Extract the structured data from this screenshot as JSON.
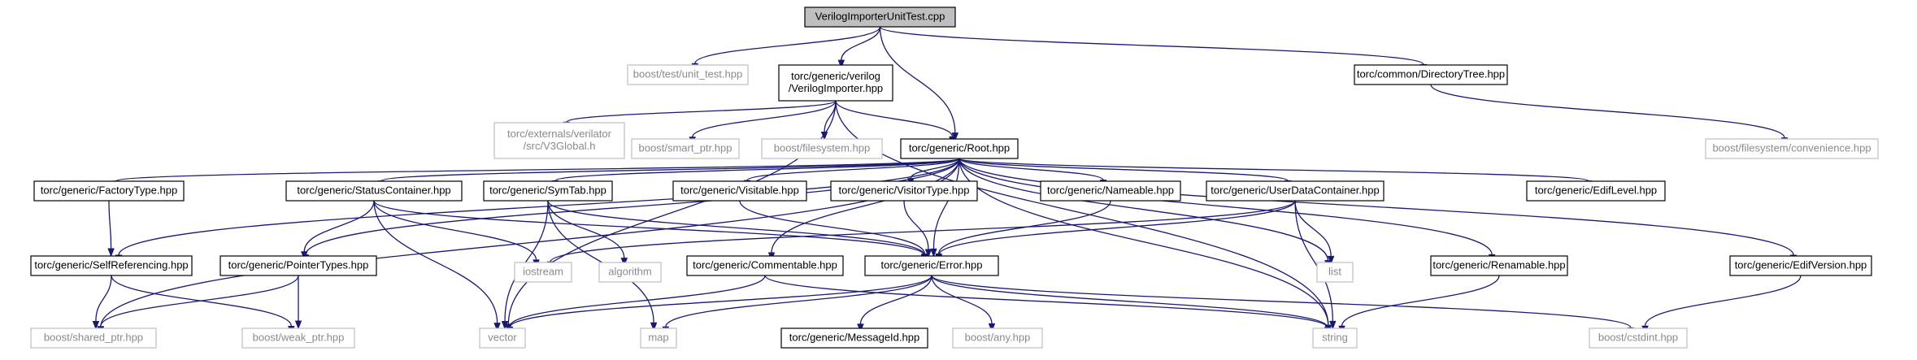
{
  "graph": {
    "colors": {
      "edge": "#191970",
      "root_fill": "#bfbfbf",
      "external_border": "#bfbfbf",
      "external_text": "#8a8a8a",
      "node_border": "#000000"
    },
    "nodes": [
      {
        "id": "root_cpp",
        "lines": [
          "VerilogImporterUnitTest.cpp"
        ],
        "kind": "root"
      },
      {
        "id": "unit_test",
        "lines": [
          "boost/test/unit_test.hpp"
        ],
        "kind": "ext"
      },
      {
        "id": "verilog_importer",
        "lines": [
          "torc/generic/verilog",
          "/VerilogImporter.hpp"
        ],
        "kind": "int"
      },
      {
        "id": "directory_tree",
        "lines": [
          "torc/common/DirectoryTree.hpp"
        ],
        "kind": "int"
      },
      {
        "id": "v3global",
        "lines": [
          "torc/externals/verilator",
          "/src/V3Global.h"
        ],
        "kind": "ext"
      },
      {
        "id": "smart_ptr",
        "lines": [
          "boost/smart_ptr.hpp"
        ],
        "kind": "ext"
      },
      {
        "id": "filesystem",
        "lines": [
          "boost/filesystem.hpp"
        ],
        "kind": "ext"
      },
      {
        "id": "root_hpp",
        "lines": [
          "torc/generic/Root.hpp"
        ],
        "kind": "int"
      },
      {
        "id": "convenience",
        "lines": [
          "boost/filesystem/convenience.hpp"
        ],
        "kind": "ext"
      },
      {
        "id": "factory_type",
        "lines": [
          "torc/generic/FactoryType.hpp"
        ],
        "kind": "int"
      },
      {
        "id": "status_container",
        "lines": [
          "torc/generic/StatusContainer.hpp"
        ],
        "kind": "int"
      },
      {
        "id": "symtab",
        "lines": [
          "torc/generic/SymTab.hpp"
        ],
        "kind": "int"
      },
      {
        "id": "visitable",
        "lines": [
          "torc/generic/Visitable.hpp"
        ],
        "kind": "int"
      },
      {
        "id": "visitor_type",
        "lines": [
          "torc/generic/VisitorType.hpp"
        ],
        "kind": "int"
      },
      {
        "id": "nameable",
        "lines": [
          "torc/generic/Nameable.hpp"
        ],
        "kind": "int"
      },
      {
        "id": "user_data_container",
        "lines": [
          "torc/generic/UserDataContainer.hpp"
        ],
        "kind": "int"
      },
      {
        "id": "edif_level",
        "lines": [
          "torc/generic/EdifLevel.hpp"
        ],
        "kind": "int"
      },
      {
        "id": "self_referencing",
        "lines": [
          "torc/generic/SelfReferencing.hpp"
        ],
        "kind": "int"
      },
      {
        "id": "pointer_types",
        "lines": [
          "torc/generic/PointerTypes.hpp"
        ],
        "kind": "int"
      },
      {
        "id": "iostream",
        "lines": [
          "iostream"
        ],
        "kind": "ext"
      },
      {
        "id": "algorithm",
        "lines": [
          "algorithm"
        ],
        "kind": "ext"
      },
      {
        "id": "commentable",
        "lines": [
          "torc/generic/Commentable.hpp"
        ],
        "kind": "int"
      },
      {
        "id": "error",
        "lines": [
          "torc/generic/Error.hpp"
        ],
        "kind": "int"
      },
      {
        "id": "list",
        "lines": [
          "list"
        ],
        "kind": "ext"
      },
      {
        "id": "renamable",
        "lines": [
          "torc/generic/Renamable.hpp"
        ],
        "kind": "int"
      },
      {
        "id": "edif_version",
        "lines": [
          "torc/generic/EdifVersion.hpp"
        ],
        "kind": "int"
      },
      {
        "id": "shared_ptr",
        "lines": [
          "boost/shared_ptr.hpp"
        ],
        "kind": "ext"
      },
      {
        "id": "weak_ptr",
        "lines": [
          "boost/weak_ptr.hpp"
        ],
        "kind": "ext"
      },
      {
        "id": "vector",
        "lines": [
          "vector"
        ],
        "kind": "ext"
      },
      {
        "id": "map",
        "lines": [
          "map"
        ],
        "kind": "ext"
      },
      {
        "id": "message_id",
        "lines": [
          "torc/generic/MessageId.hpp"
        ],
        "kind": "int"
      },
      {
        "id": "any",
        "lines": [
          "boost/any.hpp"
        ],
        "kind": "ext"
      },
      {
        "id": "string",
        "lines": [
          "string"
        ],
        "kind": "ext"
      },
      {
        "id": "cstdint",
        "lines": [
          "boost/cstdint.hpp"
        ],
        "kind": "ext"
      }
    ],
    "edges": [
      [
        "root_cpp",
        "unit_test"
      ],
      [
        "root_cpp",
        "verilog_importer"
      ],
      [
        "root_cpp",
        "root_hpp"
      ],
      [
        "root_cpp",
        "directory_tree"
      ],
      [
        "verilog_importer",
        "v3global"
      ],
      [
        "verilog_importer",
        "smart_ptr"
      ],
      [
        "verilog_importer",
        "filesystem"
      ],
      [
        "verilog_importer",
        "root_hpp"
      ],
      [
        "verilog_importer",
        "vector"
      ],
      [
        "verilog_importer",
        "string"
      ],
      [
        "directory_tree",
        "convenience"
      ],
      [
        "root_hpp",
        "factory_type"
      ],
      [
        "root_hpp",
        "status_container"
      ],
      [
        "root_hpp",
        "symtab"
      ],
      [
        "root_hpp",
        "visitable"
      ],
      [
        "root_hpp",
        "visitor_type"
      ],
      [
        "root_hpp",
        "nameable"
      ],
      [
        "root_hpp",
        "user_data_container"
      ],
      [
        "root_hpp",
        "edif_level"
      ],
      [
        "root_hpp",
        "edif_version"
      ],
      [
        "root_hpp",
        "self_referencing"
      ],
      [
        "root_hpp",
        "pointer_types"
      ],
      [
        "root_hpp",
        "commentable"
      ],
      [
        "root_hpp",
        "error"
      ],
      [
        "root_hpp",
        "list"
      ],
      [
        "root_hpp",
        "renamable"
      ],
      [
        "root_hpp",
        "string"
      ],
      [
        "root_hpp",
        "shared_ptr"
      ],
      [
        "factory_type",
        "self_referencing"
      ],
      [
        "status_container",
        "pointer_types"
      ],
      [
        "status_container",
        "iostream"
      ],
      [
        "status_container",
        "vector"
      ],
      [
        "status_container",
        "error"
      ],
      [
        "symtab",
        "algorithm"
      ],
      [
        "symtab",
        "vector"
      ],
      [
        "symtab",
        "map"
      ],
      [
        "symtab",
        "error"
      ],
      [
        "visitable",
        "error"
      ],
      [
        "visitor_type",
        "error"
      ],
      [
        "nameable",
        "error"
      ],
      [
        "user_data_container",
        "error"
      ],
      [
        "user_data_container",
        "list"
      ],
      [
        "user_data_container",
        "string"
      ],
      [
        "user_data_container",
        "iostream"
      ],
      [
        "self_referencing",
        "shared_ptr"
      ],
      [
        "self_referencing",
        "weak_ptr"
      ],
      [
        "pointer_types",
        "shared_ptr"
      ],
      [
        "pointer_types",
        "weak_ptr"
      ],
      [
        "commentable",
        "vector"
      ],
      [
        "commentable",
        "string"
      ],
      [
        "error",
        "vector"
      ],
      [
        "error",
        "map"
      ],
      [
        "error",
        "message_id"
      ],
      [
        "error",
        "any"
      ],
      [
        "error",
        "string"
      ],
      [
        "error",
        "cstdint"
      ],
      [
        "renamable",
        "string"
      ],
      [
        "edif_version",
        "cstdint"
      ]
    ]
  }
}
